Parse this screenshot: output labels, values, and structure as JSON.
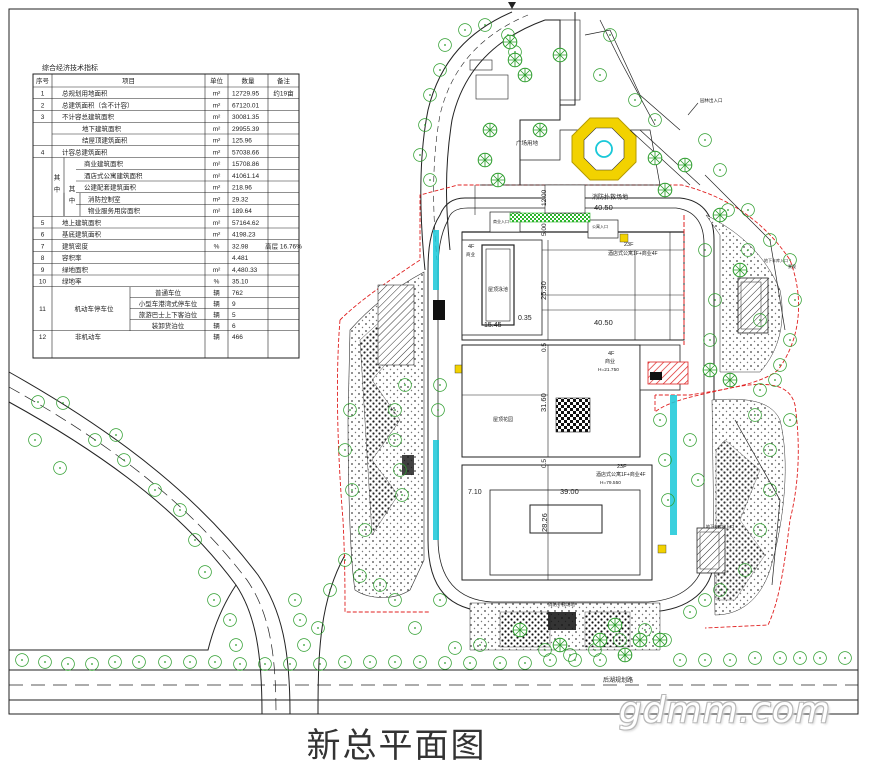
{
  "table": {
    "caption": "综合经济技术指标",
    "headers": [
      "序号",
      "项目",
      "单位",
      "数量",
      "备注"
    ],
    "group_labels": {
      "qi": "其",
      "zhong": "中"
    },
    "rows": [
      {
        "no": "1",
        "item": "总规划用地面积",
        "unit": "m²",
        "qty": "12729.95",
        "note": "约19亩"
      },
      {
        "no": "2",
        "item": "总建筑面积（含不计容）",
        "unit": "m²",
        "qty": "67120.01",
        "note": ""
      },
      {
        "no": "3",
        "item": "不计容总建筑面积",
        "unit": "m²",
        "qty": "30081.35",
        "note": ""
      },
      {
        "no": "",
        "item": "地下建筑面积",
        "unit": "m²",
        "qty": "29955.39",
        "note": ""
      },
      {
        "no": "",
        "item": "结屋顶建筑面积",
        "unit": "m²",
        "qty": "125.96",
        "note": ""
      },
      {
        "no": "4",
        "item": "计容总建筑面积",
        "unit": "m²",
        "qty": "57038.66",
        "note": ""
      },
      {
        "no": "",
        "item": "商业建筑面积",
        "unit": "m²",
        "qty": "15708.86",
        "note": ""
      },
      {
        "no": "",
        "item": "酒店式公寓建筑面积",
        "unit": "m²",
        "qty": "41061.14",
        "note": ""
      },
      {
        "no": "",
        "item": "公建配套建筑面积",
        "unit": "m²",
        "qty": "218.96",
        "note": ""
      },
      {
        "no": "",
        "item": "消防控制室",
        "unit": "m²",
        "qty": "29.32",
        "note": ""
      },
      {
        "no": "",
        "item": "物业服务用房面积",
        "unit": "m²",
        "qty": "189.64",
        "note": ""
      },
      {
        "no": "5",
        "item": "地上建筑面积",
        "unit": "m²",
        "qty": "57164.62",
        "note": ""
      },
      {
        "no": "6",
        "item": "基底建筑面积",
        "unit": "m²",
        "qty": "4198.23",
        "note": ""
      },
      {
        "no": "7",
        "item": "建筑密度",
        "unit": "%",
        "qty": "32.98",
        "note": "高层 16.76%"
      },
      {
        "no": "8",
        "item": "容积率",
        "unit": "",
        "qty": "4.481",
        "note": ""
      },
      {
        "no": "9",
        "item": "绿地面积",
        "unit": "m²",
        "qty": "4,480.33",
        "note": ""
      },
      {
        "no": "10",
        "item": "绿地率",
        "unit": "%",
        "qty": "35.10",
        "note": ""
      }
    ],
    "parking": {
      "no": "11",
      "label": "机动车停车位",
      "items": [
        {
          "item": "普通车位",
          "unit": "辆",
          "qty": "762"
        },
        {
          "item": "小型车港湾式停车位",
          "unit": "辆",
          "qty": "9"
        },
        {
          "item": "旅游巴士上下客泊位",
          "unit": "辆",
          "qty": "5"
        },
        {
          "item": "装卸货泊位",
          "unit": "辆",
          "qty": "6"
        }
      ]
    },
    "nonmotor": {
      "no": "12",
      "item": "非机动车",
      "unit": "辆",
      "qty": "466"
    }
  },
  "plan": {
    "labels": {
      "plaza_label": "广场用地",
      "fire_site": "消防扑救场地",
      "road_name": "后湖规划路",
      "bottom_fire": "消防扑救场地",
      "pool_label": "屋顶泳池",
      "roof_garden": "屋顶花园",
      "landscape": "景观",
      "b1_floors": "23F",
      "b1_use": "酒店式公寓1F+商业4F",
      "b2_floors": "4F",
      "b2_use": "商业",
      "b2_h": "H=21.750",
      "b3_floors": "23F",
      "b3_use": "酒店式公寓1F+商业4F",
      "b3_h": "H=79.550",
      "b4_floors": "4F",
      "b4_use": "商业",
      "entry_top": "地下车库入口",
      "entry_bottom": "地下车库出入口",
      "entry_a": "商业入口",
      "entry_b": "公寓入口"
    },
    "dims": {
      "d_12_00": "12.00",
      "d_5_00": "5.00",
      "d_40_50a": "40.50",
      "d_40_50b": "40.50",
      "d_25_30": "25.30",
      "d_15_45": "15.45",
      "d_0_35": "0.35",
      "d_0_5a": "0.5",
      "d_31_60": "31.60",
      "d_0_5b": "0.5",
      "d_7_10": "7.10",
      "d_39_00": "39.00",
      "d_28_26": "28.26"
    }
  },
  "title": "新总平面图",
  "watermark": "gdmm.com",
  "colors": {
    "line": "#222222",
    "tree": "#2e9e2e",
    "redline": "#e02020",
    "cyan": "#19c8d8",
    "yellow": "#f2d200",
    "green_strip": "#39c439"
  }
}
